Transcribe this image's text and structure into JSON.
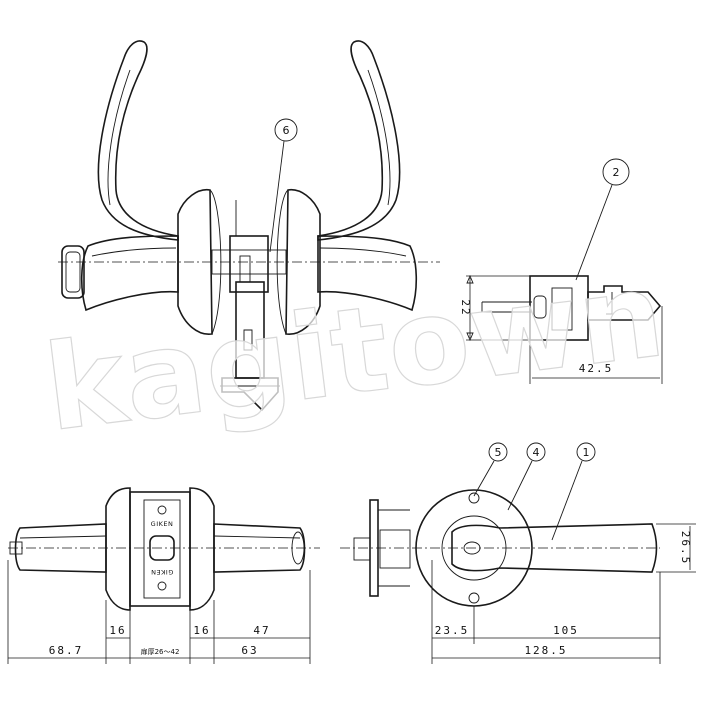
{
  "callouts": [
    "1",
    "2",
    "4",
    "5",
    "6"
  ],
  "dimensions": {
    "key_height": "22",
    "key_length": "42.5",
    "rose_gap_left": "16",
    "rose_gap_right": "16",
    "lever_left": "68.7",
    "door_thickness": "扉厚26～42",
    "lever_right_extent": "47",
    "lever_right_total": "63",
    "rose_offset": "23.5",
    "lever_length": "105",
    "overall_length": "128.5",
    "lever_height": "26.5"
  },
  "plate_labels": [
    "GIKEN",
    "GIKEN"
  ],
  "watermark": "kagitown"
}
